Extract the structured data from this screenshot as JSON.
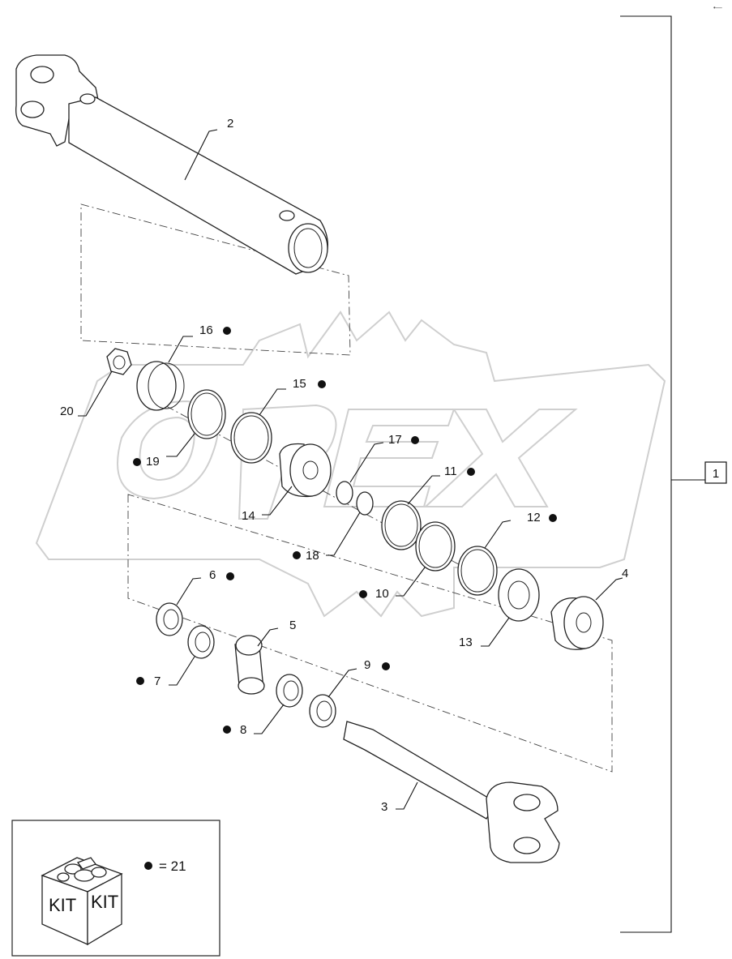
{
  "assembly_label": "1",
  "corner_mark": "•—",
  "kit": {
    "box_text_left": "KIT",
    "box_text_right": "KIT",
    "legend": "= 21"
  },
  "watermark": "OPEX",
  "callouts": [
    {
      "id": "2",
      "text": "2",
      "kit_item": false
    },
    {
      "id": "16",
      "text": "16",
      "kit_item": true
    },
    {
      "id": "15",
      "text": "15",
      "kit_item": true
    },
    {
      "id": "20",
      "text": "20",
      "kit_item": false
    },
    {
      "id": "19",
      "text": "19",
      "kit_item": true
    },
    {
      "id": "17",
      "text": "17",
      "kit_item": true
    },
    {
      "id": "11",
      "text": "11",
      "kit_item": true
    },
    {
      "id": "14",
      "text": "14",
      "kit_item": false
    },
    {
      "id": "12",
      "text": "12",
      "kit_item": true
    },
    {
      "id": "18",
      "text": "18",
      "kit_item": true
    },
    {
      "id": "10",
      "text": "10",
      "kit_item": true
    },
    {
      "id": "6",
      "text": "6",
      "kit_item": true
    },
    {
      "id": "4",
      "text": "4",
      "kit_item": false
    },
    {
      "id": "5",
      "text": "5",
      "kit_item": false
    },
    {
      "id": "13",
      "text": "13",
      "kit_item": false
    },
    {
      "id": "7",
      "text": "7",
      "kit_item": true
    },
    {
      "id": "9",
      "text": "9",
      "kit_item": true
    },
    {
      "id": "8",
      "text": "8",
      "kit_item": true
    },
    {
      "id": "3",
      "text": "3",
      "kit_item": false
    }
  ]
}
